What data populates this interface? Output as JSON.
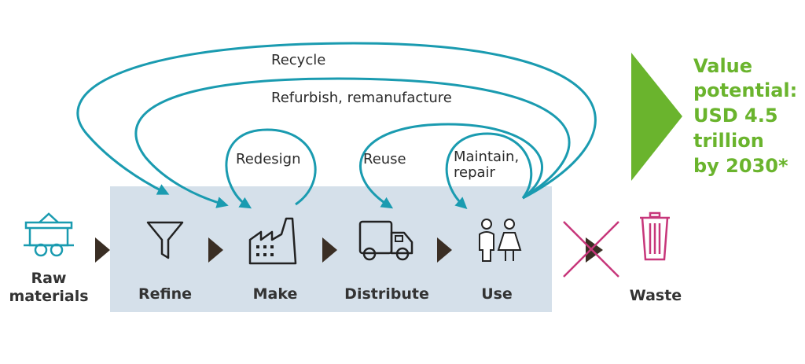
{
  "colors": {
    "loop": "#1a9bb0",
    "value": "#6ab42d",
    "waste": "#c7367a",
    "panel": "#d5e0ea",
    "arrow": "#3a2e24"
  },
  "loops": {
    "recycle": "Recycle",
    "refurbish": "Refurbish, remanufacture",
    "redesign": "Redesign",
    "reuse": "Reuse",
    "maintain": [
      "Maintain,",
      "repair"
    ]
  },
  "stages": {
    "raw": [
      "Raw",
      "materials"
    ],
    "refine": "Refine",
    "make": "Make",
    "distribute": "Distribute",
    "use": "Use",
    "waste": "Waste"
  },
  "value": [
    "Value",
    "potential:",
    "USD 4.5",
    "trillion",
    "by 2030*"
  ],
  "icons": [
    "mine-cart-icon",
    "funnel-icon",
    "factory-icon",
    "truck-icon",
    "people-icon",
    "trash-can-icon",
    "crossed-arrow-icon"
  ]
}
